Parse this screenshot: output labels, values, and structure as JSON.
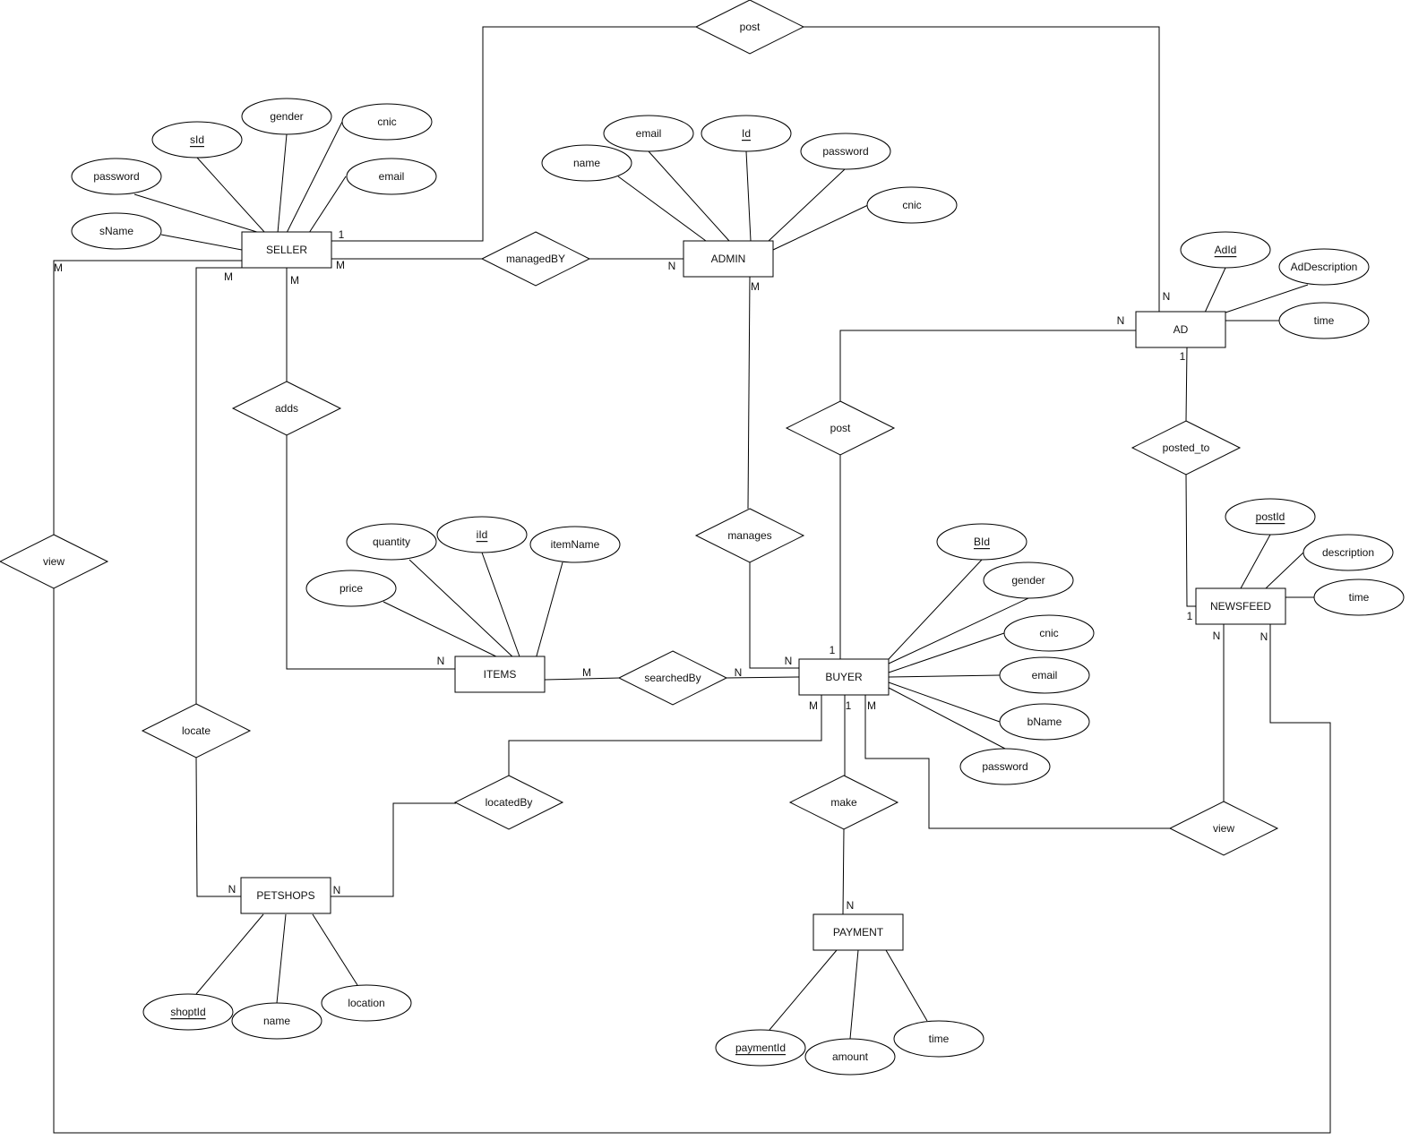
{
  "diagram": {
    "entities": [
      {
        "id": "seller",
        "label": "SELLER"
      },
      {
        "id": "admin",
        "label": "ADMIN"
      },
      {
        "id": "ad",
        "label": "AD"
      },
      {
        "id": "items",
        "label": "ITEMS"
      },
      {
        "id": "buyer",
        "label": "BUYER"
      },
      {
        "id": "newsfeed",
        "label": "NEWSFEED"
      },
      {
        "id": "petshops",
        "label": "PETSHOPS"
      },
      {
        "id": "payment",
        "label": "PAYMENT"
      }
    ],
    "relationships": [
      {
        "id": "post_top",
        "label": "post"
      },
      {
        "id": "managedBY",
        "label": "managedBY"
      },
      {
        "id": "adds",
        "label": "adds"
      },
      {
        "id": "view_left",
        "label": "view"
      },
      {
        "id": "locate",
        "label": "locate"
      },
      {
        "id": "post_mid",
        "label": "post"
      },
      {
        "id": "manages",
        "label": "manages"
      },
      {
        "id": "searchedBy",
        "label": "searchedBy"
      },
      {
        "id": "posted_to",
        "label": "posted_to"
      },
      {
        "id": "locatedBy",
        "label": "locatedBy"
      },
      {
        "id": "make",
        "label": "make"
      },
      {
        "id": "view_right",
        "label": "view"
      }
    ],
    "attributes": [
      {
        "id": "s_sId",
        "label": "sId",
        "key": true
      },
      {
        "id": "s_gender",
        "label": "gender",
        "key": false
      },
      {
        "id": "s_cnic",
        "label": "cnic",
        "key": false
      },
      {
        "id": "s_password",
        "label": "password",
        "key": false
      },
      {
        "id": "s_email",
        "label": "email",
        "key": false
      },
      {
        "id": "s_sName",
        "label": "sName",
        "key": false
      },
      {
        "id": "a_email",
        "label": "email",
        "key": false
      },
      {
        "id": "a_Id",
        "label": "Id",
        "key": true
      },
      {
        "id": "a_name",
        "label": "name",
        "key": false
      },
      {
        "id": "a_password",
        "label": "password",
        "key": false
      },
      {
        "id": "a_cnic",
        "label": "cnic",
        "key": false
      },
      {
        "id": "ad_AdId",
        "label": "AdId",
        "key": true
      },
      {
        "id": "ad_desc",
        "label": "AdDescription",
        "key": false
      },
      {
        "id": "ad_time",
        "label": "time",
        "key": false
      },
      {
        "id": "i_quantity",
        "label": "quantity",
        "key": false
      },
      {
        "id": "i_iId",
        "label": "iId",
        "key": true
      },
      {
        "id": "i_itemName",
        "label": "itemName",
        "key": false
      },
      {
        "id": "i_price",
        "label": "price",
        "key": false
      },
      {
        "id": "b_BId",
        "label": "BId",
        "key": true
      },
      {
        "id": "b_gender",
        "label": "gender",
        "key": false
      },
      {
        "id": "b_cnic",
        "label": "cnic",
        "key": false
      },
      {
        "id": "b_email",
        "label": "email",
        "key": false
      },
      {
        "id": "b_bName",
        "label": "bName",
        "key": false
      },
      {
        "id": "b_password",
        "label": "password",
        "key": false
      },
      {
        "id": "n_postId",
        "label": "postId",
        "key": true
      },
      {
        "id": "n_desc",
        "label": "description",
        "key": false
      },
      {
        "id": "n_time",
        "label": "time",
        "key": false
      },
      {
        "id": "p_shopId",
        "label": "shoptId",
        "key": true
      },
      {
        "id": "p_name",
        "label": "name",
        "key": false
      },
      {
        "id": "p_location",
        "label": "location",
        "key": false
      },
      {
        "id": "pay_id",
        "label": "paymentId",
        "key": true
      },
      {
        "id": "pay_amount",
        "label": "amount",
        "key": false
      },
      {
        "id": "pay_time",
        "label": "time",
        "key": false
      }
    ],
    "cardinalities": [
      {
        "id": "c1",
        "label": "1"
      },
      {
        "id": "c2",
        "label": "M"
      },
      {
        "id": "c3",
        "label": "M"
      },
      {
        "id": "c4",
        "label": "M"
      },
      {
        "id": "c5",
        "label": "M"
      },
      {
        "id": "c6",
        "label": "N"
      },
      {
        "id": "c7",
        "label": "M"
      },
      {
        "id": "c8",
        "label": "N"
      },
      {
        "id": "c9",
        "label": "N"
      },
      {
        "id": "c10",
        "label": "1"
      },
      {
        "id": "c11",
        "label": "N"
      },
      {
        "id": "c12",
        "label": "M"
      },
      {
        "id": "c13",
        "label": "N"
      },
      {
        "id": "c14",
        "label": "N"
      },
      {
        "id": "c15",
        "label": "1"
      },
      {
        "id": "c16",
        "label": "M"
      },
      {
        "id": "c17",
        "label": "1"
      },
      {
        "id": "c18",
        "label": "M"
      },
      {
        "id": "c19",
        "label": "1"
      },
      {
        "id": "c20",
        "label": "N"
      },
      {
        "id": "c21",
        "label": "N"
      },
      {
        "id": "c22",
        "label": "N"
      },
      {
        "id": "c23",
        "label": "N"
      },
      {
        "id": "c24",
        "label": "N"
      }
    ]
  }
}
